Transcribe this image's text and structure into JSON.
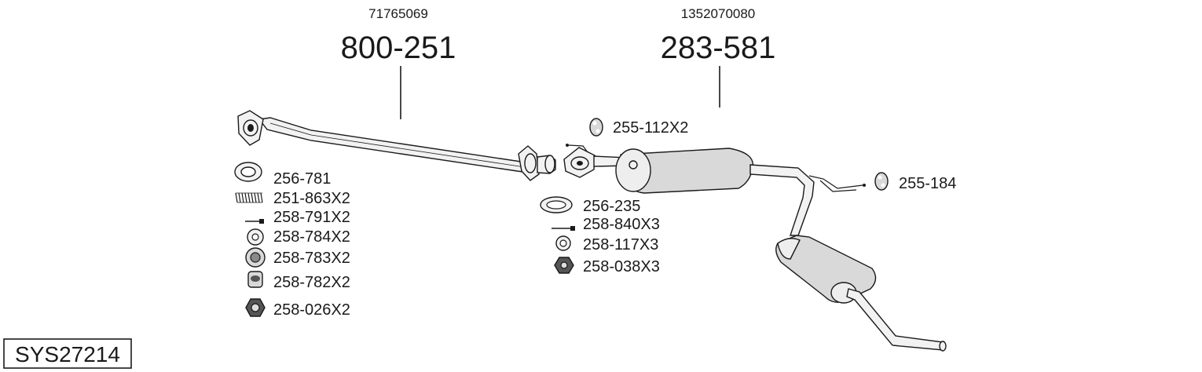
{
  "assemblies": [
    {
      "oem_number": "71765069",
      "part_number": "800-251"
    },
    {
      "oem_number": "1352070080",
      "part_number": "283-581"
    }
  ],
  "left_parts": [
    "256-781",
    "251-863X2",
    "258-791X2",
    "258-784X2",
    "258-783X2",
    "258-782X2",
    "258-026X2"
  ],
  "middle_parts": [
    "256-235",
    "258-840X3",
    "258-117X3",
    "258-038X3"
  ],
  "hanger_parts": [
    "255-112X2",
    "255-184"
  ],
  "system_code": "SYS27214"
}
